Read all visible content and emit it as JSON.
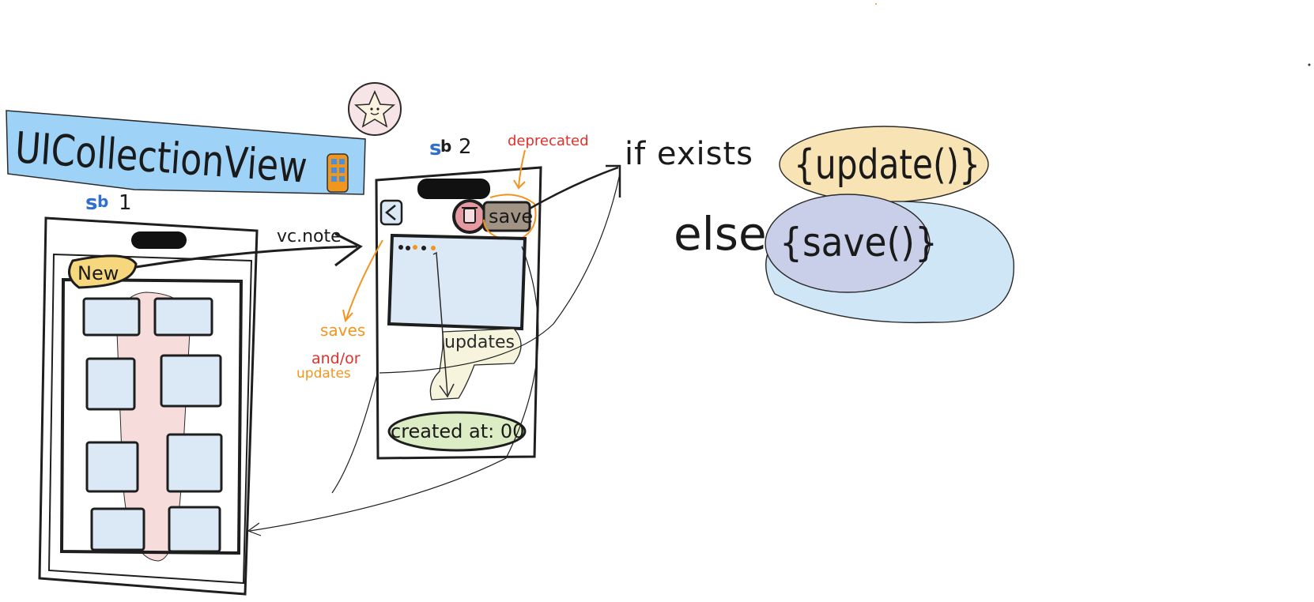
{
  "title_banner": {
    "text": "UICollectionView",
    "color": "#9fd2f7"
  },
  "star_badge": {
    "icon": "star-face-icon"
  },
  "screen1": {
    "label_prefix": "s",
    "label_suffix": "b",
    "label_number": "1",
    "new_button": "New",
    "cells_count": 8
  },
  "screen2": {
    "label_prefix": "s",
    "label_suffix": "b",
    "label_number": "2",
    "back_icon": "chevron-left-icon",
    "trash_icon": "trash-icon",
    "save_button": "save",
    "updates_note": "updates",
    "created_at": "created at: 00"
  },
  "annotations": {
    "segue": "vc.note",
    "deprecated": "deprecated",
    "saves": "saves",
    "and_or": "and/or",
    "updates": "updates"
  },
  "logic": {
    "if_exists": "if exists",
    "update_call": "{update()}",
    "else_word": "else",
    "save_call": "{save()}"
  },
  "colors": {
    "accent_blue": "#9fd2f7",
    "yellow": "#f7d77e",
    "orange": "#f0961f",
    "red": "#e0312a",
    "cell_blue": "#dbe9f7",
    "pink": "#f7dcdc",
    "green": "#dcecc4"
  }
}
